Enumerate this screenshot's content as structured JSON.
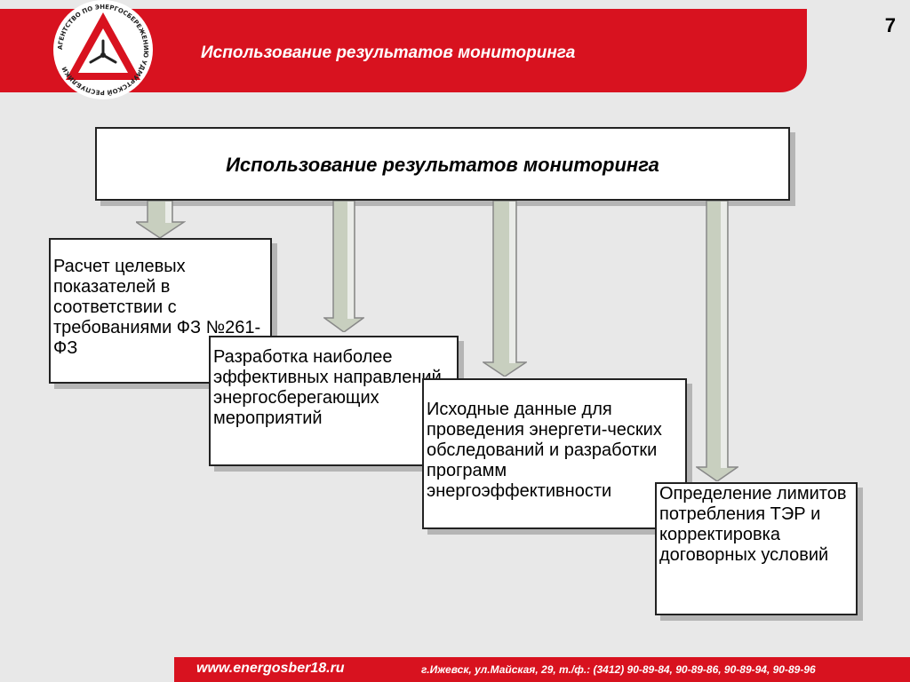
{
  "page": {
    "number": "7",
    "header_title": "Использование результатов мониторинга"
  },
  "logo": {
    "ring_text": "АГЕНТСТВО ПО ЭНЕРГОСБЕРЕЖЕНИЮ УДМУРТСКОЙ РЕСПУБЛИКИ"
  },
  "diagram": {
    "root": "Использование результатов мониторинга",
    "items": [
      "Расчет целевых показателей в соответствии с требованиями ФЗ №261-ФЗ",
      "Разработка наиболее эффективных направлений энергосберегающих мероприятий",
      "Исходные данные для проведения энергети-ческих обследований и разработки программ энергоэффективности",
      "Определение лимитов потребления ТЭР и корректировка договорных условий"
    ]
  },
  "footer": {
    "url": "www.energosber18.ru",
    "address": "г.Ижевск, ул.Майская, 29, т./ф.: (3412) 90-89-84, 90-89-86, 90-89-94, 90-89-96"
  },
  "colors": {
    "brand_red": "#d8121f",
    "arrow_fill": "#c8cfbf",
    "background": "#e8e8e8"
  }
}
